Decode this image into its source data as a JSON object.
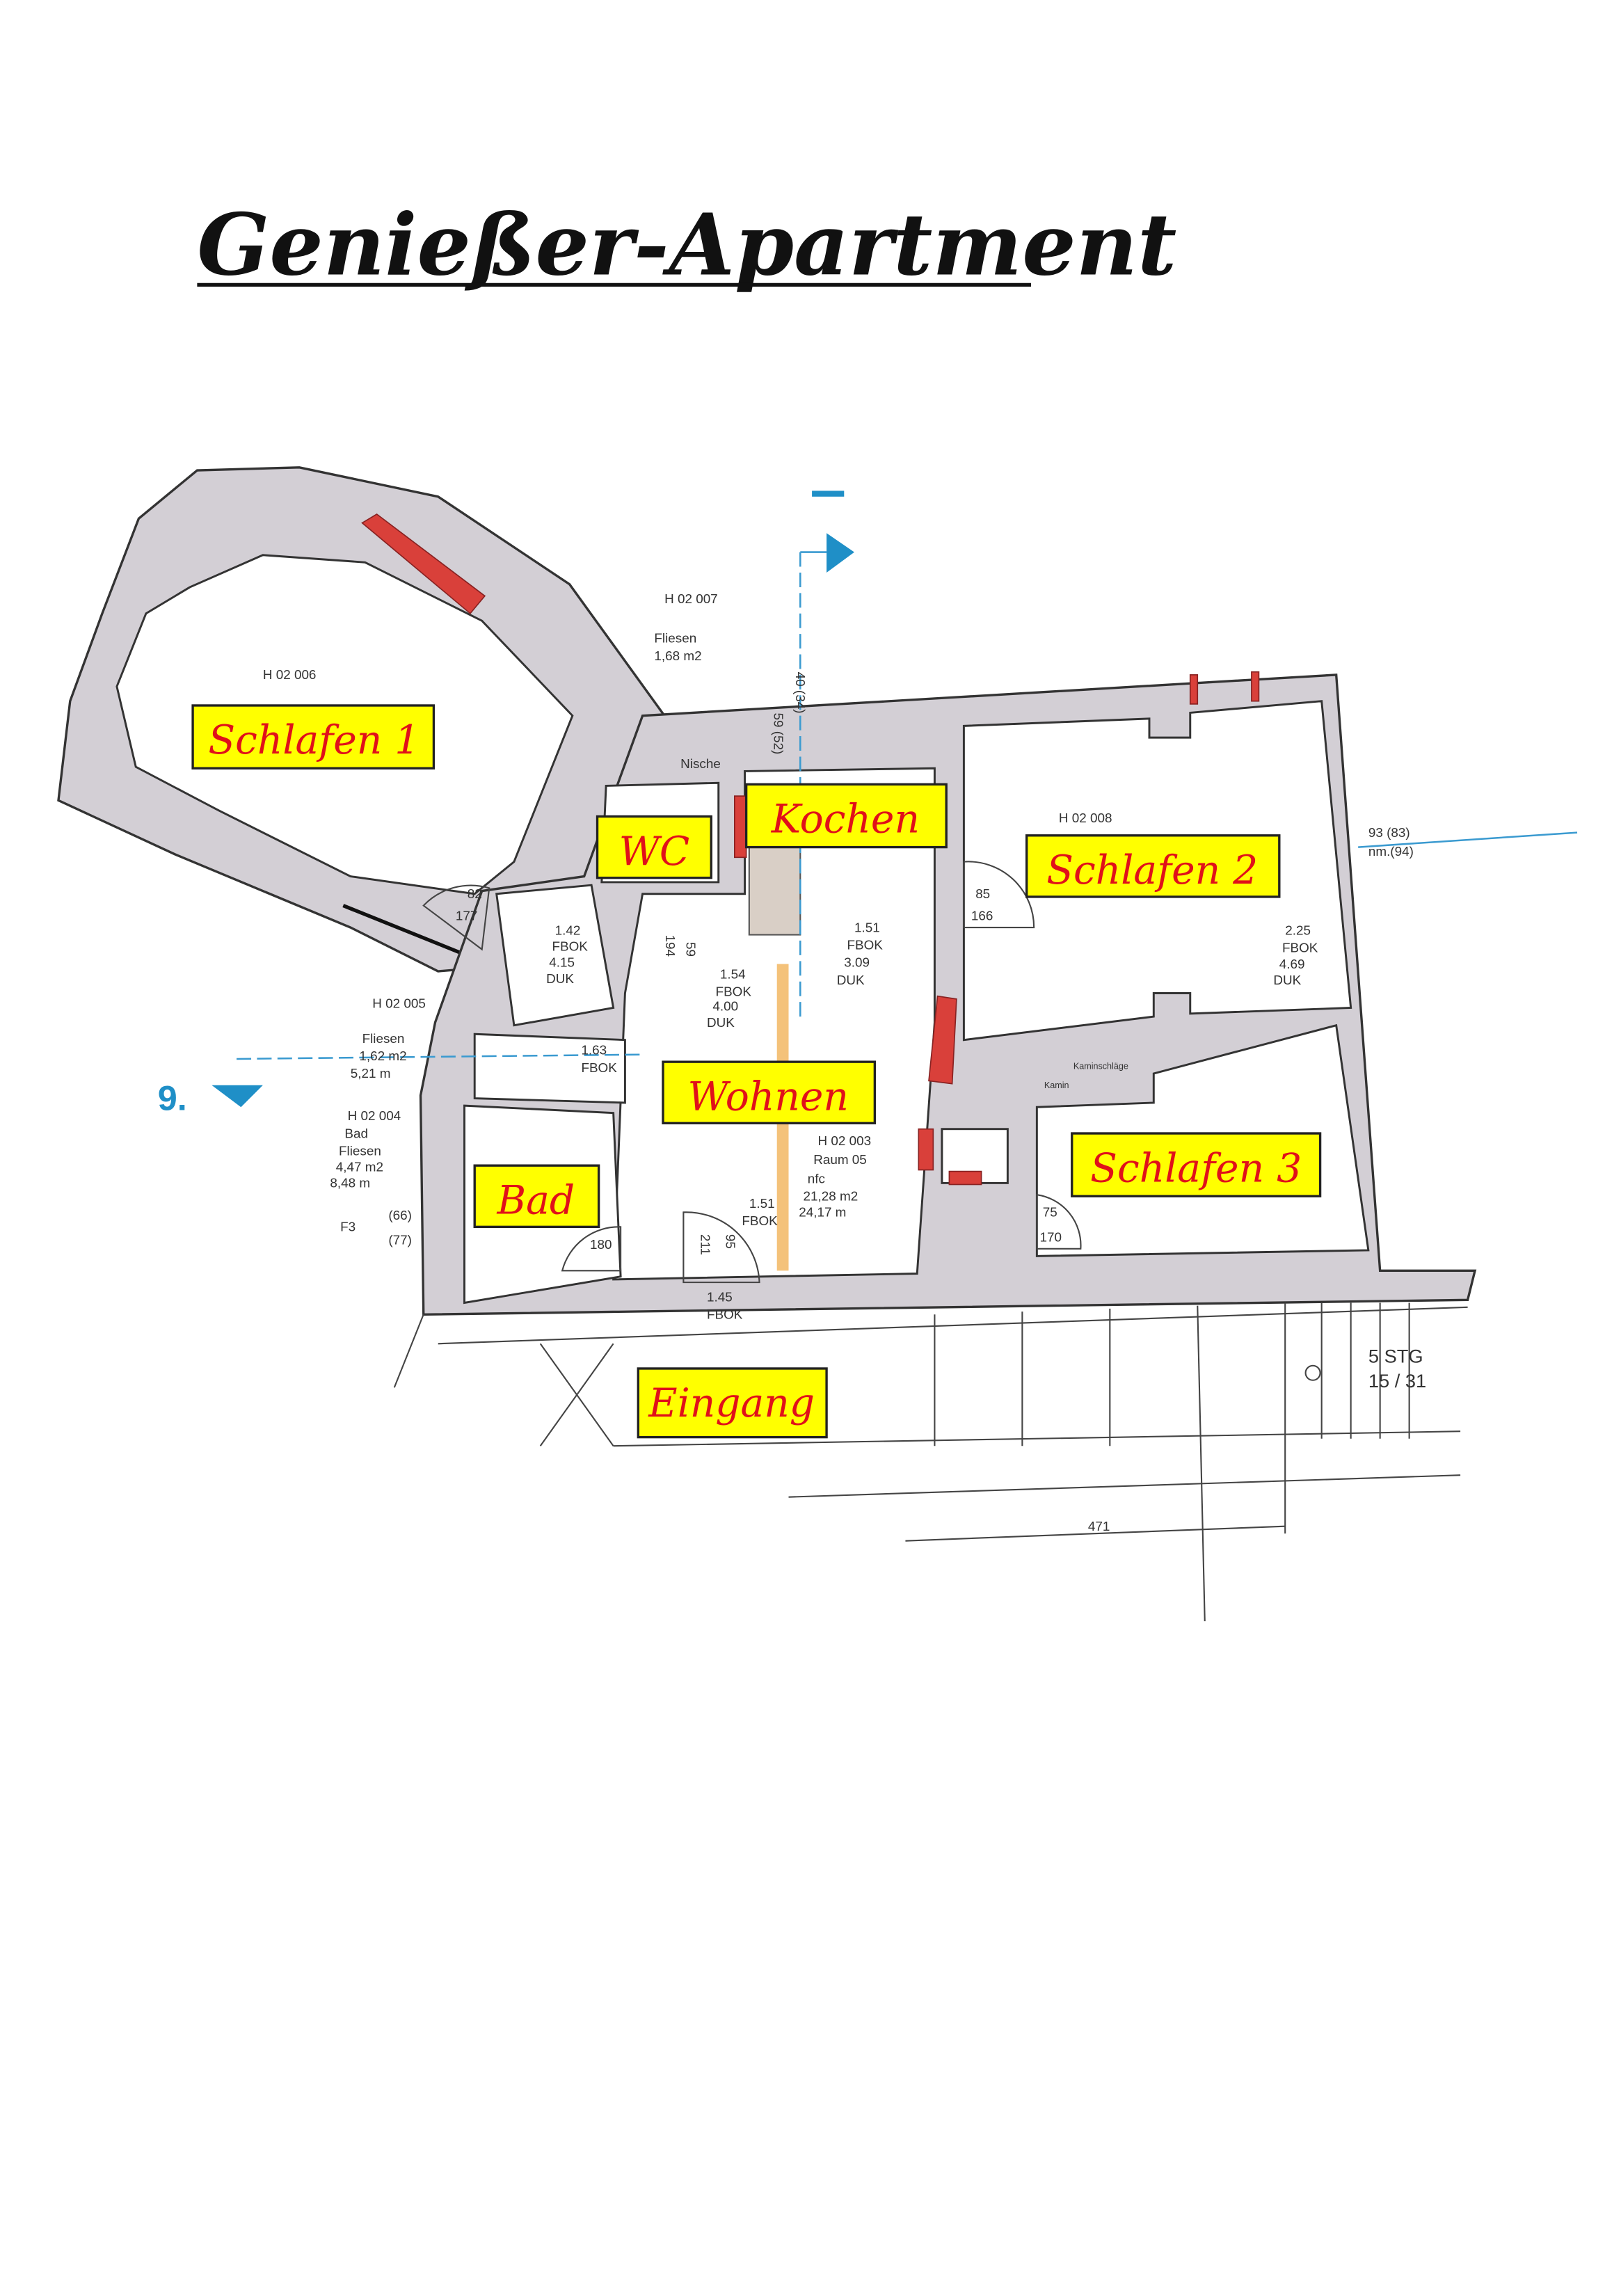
{
  "title": "Genießer-Apartment",
  "rooms": {
    "schlafen1": "Schlafen 1",
    "wc": "WC",
    "kochen": "Kochen",
    "schlafen2": "Schlafen 2",
    "wohnen": "Wohnen",
    "bad": "Bad",
    "schlafen3": "Schlafen 3",
    "eingang": "Eingang"
  },
  "annotations": {
    "h02007": "H 02 007",
    "fliesen_a": "Fliesen",
    "area_a": "1,68 m2",
    "h02006": "H 02 006",
    "nische": "Nische",
    "dim_59_52": "59 (52)",
    "dim_40_34": "40 (34)",
    "h02008": "H 02 008",
    "dim_93_83": "93 (83)",
    "dim_nm94": "nm.(94)",
    "door_82": "82",
    "door_177": "177",
    "c142": "1.42",
    "c142_fbok": "FBOK",
    "c142_415": "4.15",
    "c142_duk": "DUK",
    "h02005": "H 02 005",
    "fliesen_b": "Fliesen",
    "area_b": "1,62 m2",
    "len_b": "5,21 m",
    "section_9": "9.",
    "h02004": "H 02 004",
    "bad_small": "Bad",
    "fliesen_c": "Fliesen",
    "area_c": "4,47 m2",
    "len_c": "8,48 m",
    "f3": "F3",
    "dim_66": "(66)",
    "dim_77": "(77)",
    "c163": "1.63",
    "c163_fbok": "FBOK",
    "dim_194": "194",
    "dim_59": "59",
    "c154": "1.54",
    "c154_fbok": "FBOK",
    "c154_400": "4.00",
    "c154_duk": "DUK",
    "k151": "1.51",
    "k151_fbok": "FBOK",
    "k151_309": "3.09",
    "k151_duk": "DUK",
    "door_85": "85",
    "door_166": "166",
    "s2_225": "2.25",
    "s2_fbok": "FBOK",
    "s2_469": "4.69",
    "s2_duk": "DUK",
    "kamin": "Kaminschläge",
    "kamin2": "Kamin",
    "h02003": "H 02 003",
    "raum05": "Raum 05",
    "nfc": "nfc",
    "area_w": "21,28 m2",
    "len_w": "24,17 m",
    "w151": "1.51",
    "w151_fbok": "FBOK",
    "door_211": "211",
    "door_95": "95",
    "e145": "1.45",
    "e145_fbok": "FBOK",
    "door_180": "180",
    "door_75": "75",
    "door_170": "170",
    "stg": "5 STG",
    "stg_ratio": "15 / 31",
    "dim_471": "471"
  },
  "colors": {
    "label_bg": "#ffff00",
    "label_text": "#e0101a",
    "wall": "#d3cfd5",
    "marker_blue": "#1f8fc7",
    "red_mark": "#d9403a"
  }
}
